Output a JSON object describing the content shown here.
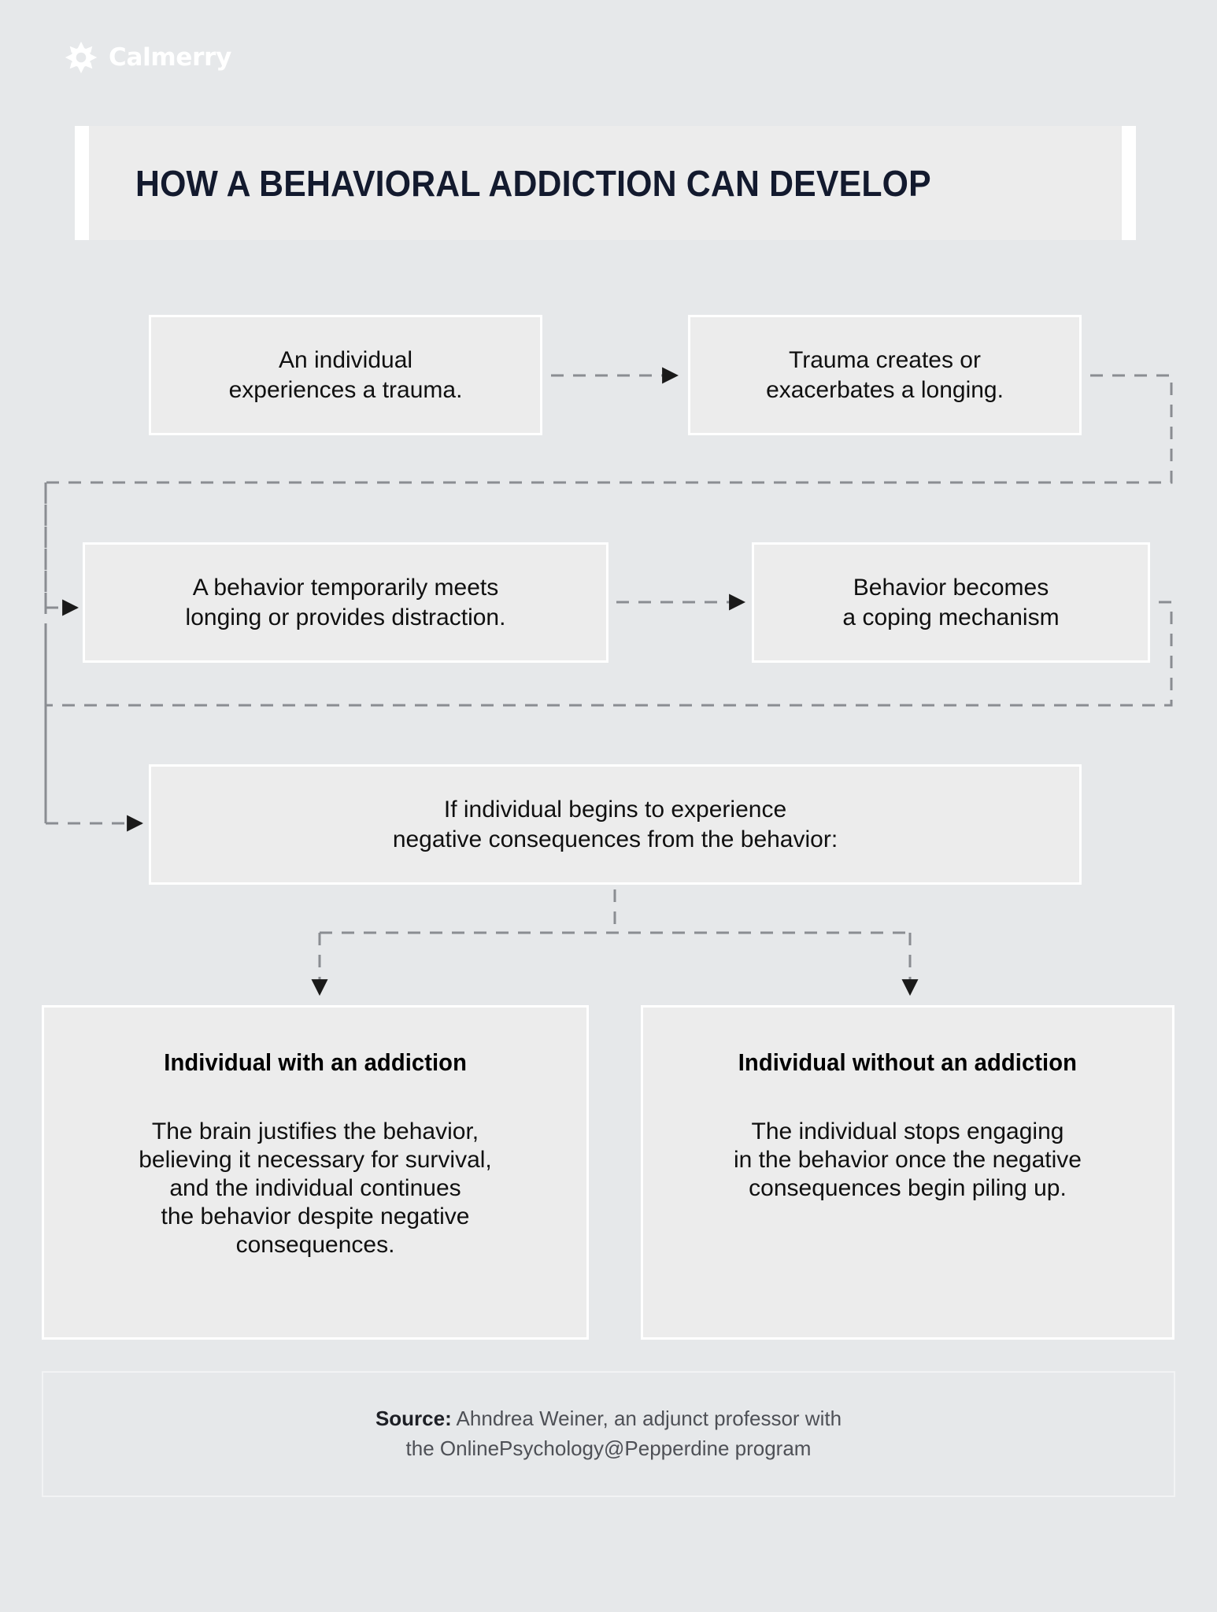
{
  "brand": {
    "name": "Calmerry",
    "logo_icon": "flower-sun-icon",
    "logo_color": "#ffffff"
  },
  "header": {
    "title": "HOW A BEHAVIORAL ADDICTION CAN DEVELOP",
    "title_color": "#131a2e",
    "banner_bg": "#ececec"
  },
  "colors": {
    "page_background": "#e6e8ea",
    "box_background": "#ececec",
    "box_border": "#ffffff",
    "connector": "#8a8d92",
    "arrowhead": "#1a1a1a",
    "body_text": "#101010",
    "source_text": "#4e5056"
  },
  "flow": {
    "steps": [
      {
        "id": "trauma",
        "lines": [
          "An individual",
          "experiences a trauma."
        ]
      },
      {
        "id": "longing",
        "lines": [
          "Trauma creates or",
          "exacerbates a longing."
        ]
      },
      {
        "id": "behavior",
        "lines": [
          "A behavior temporarily meets",
          "longing or provides distraction."
        ]
      },
      {
        "id": "coping",
        "lines": [
          "Behavior becomes",
          "a coping mechanism"
        ]
      },
      {
        "id": "consequence",
        "lines": [
          "If individual begins to experience",
          "negative consequences from the behavior:"
        ]
      }
    ],
    "outcomes": [
      {
        "id": "with-addiction",
        "title": "Individual with an addiction",
        "lines": [
          "The brain justifies the behavior,",
          "believing it necessary for survival,",
          "and the individual continues",
          "the behavior despite negative",
          "consequences."
        ]
      },
      {
        "id": "without-addiction",
        "title": "Individual without an addiction",
        "lines": [
          "The individual stops engaging",
          "in the behavior once the negative",
          "consequences begin piling up."
        ]
      }
    ]
  },
  "source": {
    "label": "Source:",
    "line1": " Ahndrea Weiner, an adjunct professor with",
    "line2": "the OnlinePsychology@Pepperdine program"
  }
}
